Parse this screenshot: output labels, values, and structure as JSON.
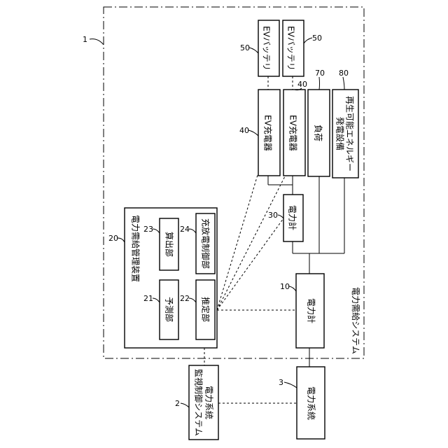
{
  "nodes": {
    "system_label": "電力需給システム",
    "power_grid": "電力系統",
    "grid_monitor_line1": "電力系統",
    "grid_monitor_line2": "監視制御システム",
    "meter_main": "電力計",
    "meter_sub": "電力計",
    "manager_title": "電力需給管理装置",
    "predictor": "予測部",
    "estimator": "推定部",
    "calculator": "算出部",
    "charge_controller": "充放電制御部",
    "ev_charger_1": "EV充電器",
    "ev_charger_2": "EV充電器",
    "load": "負荷",
    "renewable_line1": "再生可能エネルギー",
    "renewable_line2": "発電設備",
    "ev_battery_1": "EVバッテリ",
    "ev_battery_2": "EVバッテリ"
  },
  "refs": {
    "system": "1",
    "grid_monitor": "2",
    "power_grid": "3",
    "meter_main": "10",
    "manager": "20",
    "predictor": "21",
    "estimator": "22",
    "calculator": "23",
    "charge_controller": "24",
    "meter_sub": "30",
    "ev_charger_1": "40",
    "ev_charger_2": "40",
    "ev_battery_1": "50",
    "ev_battery_2": "50",
    "load": "70",
    "renewable": "80"
  }
}
